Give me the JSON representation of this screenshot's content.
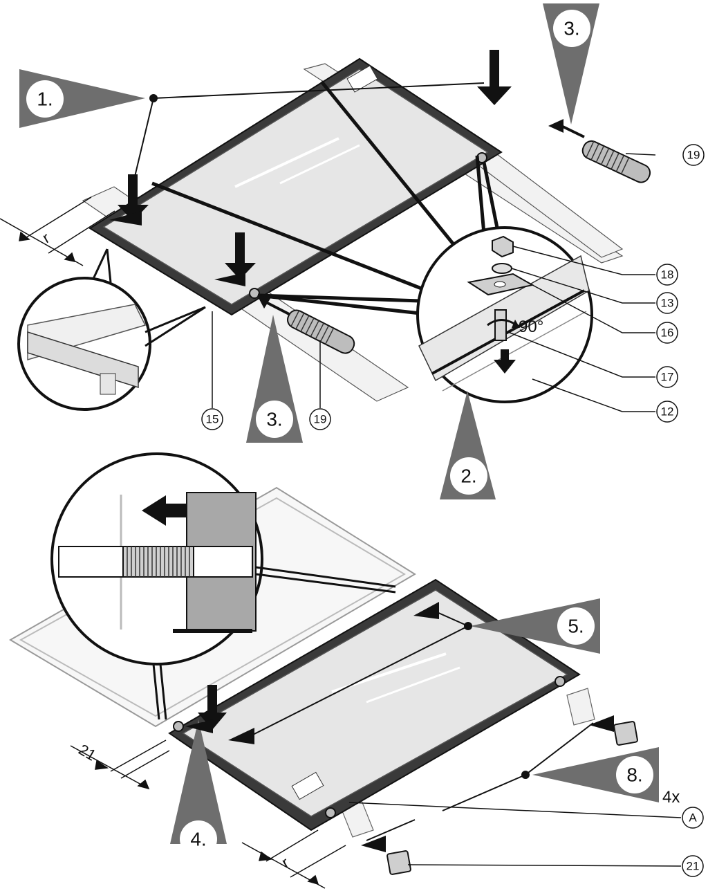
{
  "steps": {
    "s1": "1.",
    "s2": "2.",
    "s3_top": "3.",
    "s3_mid": "3.",
    "s4": "4.",
    "s5": "5.",
    "s8": "8."
  },
  "callouts": {
    "c19_top": "19",
    "c18": "18",
    "c13": "13",
    "c16": "16",
    "c17": "17",
    "c12": "12",
    "c15": "15",
    "c19_mid": "19",
    "cA": "A",
    "c21": "21"
  },
  "labels": {
    "rotation": "90°",
    "multiplier": "4x"
  },
  "dimensions": {
    "r_top": "r",
    "d21": "21",
    "r_bottom": "r"
  },
  "colors": {
    "step_triangle": "#6e6e6e",
    "panel_fill": "#e6e6e6",
    "frame_fill": "#bdbdbd",
    "ink": "#111111"
  }
}
